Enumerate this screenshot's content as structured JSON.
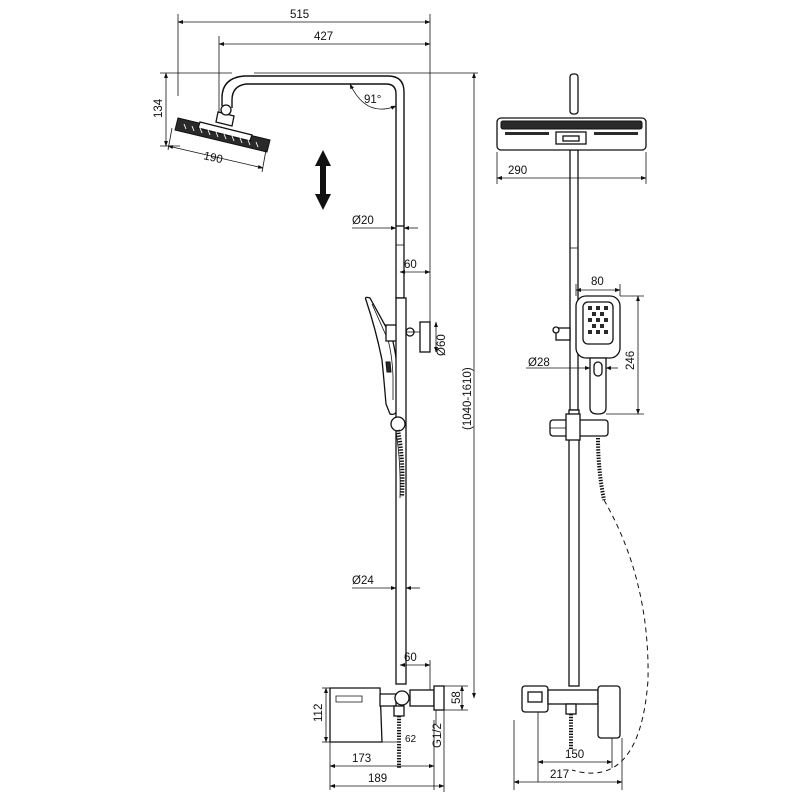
{
  "side_view": {
    "dims": {
      "total_reach": "515",
      "arm_reach": "427",
      "head_height": "134",
      "head_diameter": "190",
      "arm_angle": "91°",
      "upper_tube_diameter": "Ø20",
      "wall_offset_upper": "60",
      "bracket_diameter": "Ø60",
      "height_range": "(1040-1610)",
      "lower_tube_diameter": "Ø24",
      "wall_offset_lower": "60",
      "mixer_height": "112",
      "connector_height": "58",
      "connection_thread": "G1/2",
      "outlet_offset": "62",
      "mixer_depth": "173",
      "overall_depth": "189"
    }
  },
  "front_view": {
    "dims": {
      "head_width": "290",
      "hand_shower_width": "80",
      "hand_shower_height": "246",
      "hand_shower_handle_diameter": "Ø28",
      "mixer_half_width": "150",
      "mixer_width": "217"
    }
  },
  "colors": {
    "line": "#111111",
    "background": "#ffffff"
  }
}
